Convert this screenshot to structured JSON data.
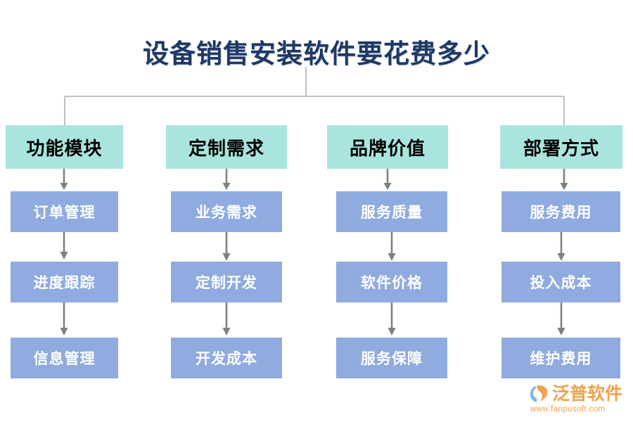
{
  "diagram": {
    "title": "设备销售安装软件要花费多少",
    "type": "tree-flowchart",
    "colors": {
      "title_text": "#1f3864",
      "header_box_fill": "#a9e5de",
      "header_box_text": "#000000",
      "node_box_fill": "#8fabdf",
      "node_box_text": "#ffffff",
      "connector_line": "#bfbfbf",
      "arrow": "#808080",
      "background": "#ffffff",
      "logo": "#f0a24a"
    },
    "columns": [
      {
        "header": "功能模块",
        "nodes": [
          "订单管理",
          "进度跟踪",
          "信息管理"
        ]
      },
      {
        "header": "定制需求",
        "nodes": [
          "业务需求",
          "定制开发",
          "开发成本"
        ]
      },
      {
        "header": "品牌价值",
        "nodes": [
          "服务质量",
          "软件价格",
          "服务保障"
        ]
      },
      {
        "header": "部署方式",
        "nodes": [
          "服务费用",
          "投入成本",
          "维护费用"
        ]
      }
    ]
  },
  "logo": {
    "name": "泛普软件",
    "url": "www.fanpusoft.com",
    "mark": "fanpu-swoosh-icon"
  }
}
